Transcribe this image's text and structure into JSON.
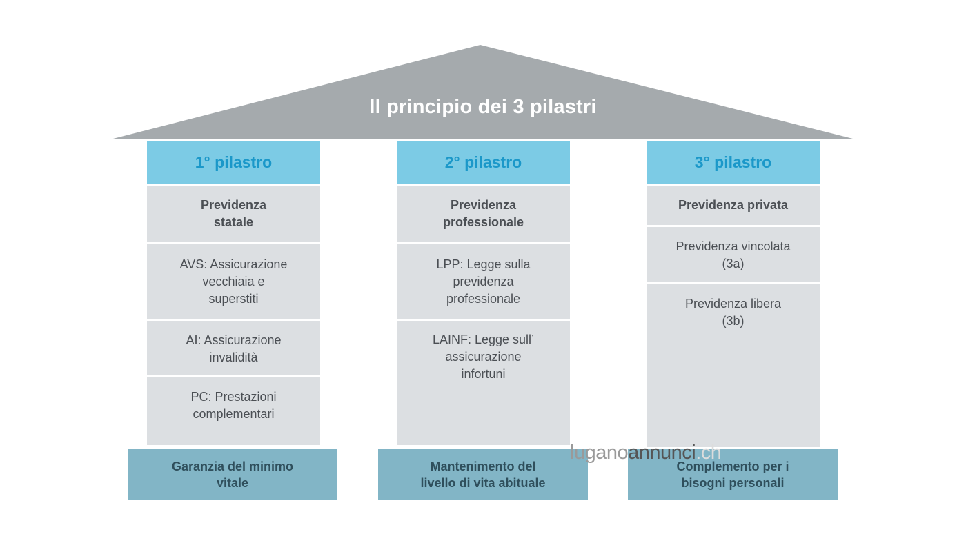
{
  "title": "Il principio dei 3 pilastri",
  "colors": {
    "roof": "#a5aaad",
    "pillar_head": "#7ccbe5",
    "pillar_head_text": "#1b98c9",
    "cell": "#dcdfe2",
    "base": "#82b5c6"
  },
  "pillars": [
    {
      "label": "1° pilastro",
      "subtitle": "Previdenza\nstatale",
      "items": [
        "AVS: Assicurazione\nvecchiaia e\nsuperstiti",
        "AI: Assicurazione\ninvalidità",
        "PC: Prestazioni\ncomplementari"
      ],
      "base": "Garanzia del minimo\nvitale"
    },
    {
      "label": "2° pilastro",
      "subtitle": "Previdenza\nprofessionale",
      "items": [
        "LPP: Legge sulla\nprevidenza\nprofessionale",
        "LAINF: Legge sull’\nassicurazione\ninfortuni"
      ],
      "base": "Mantenimento del\nlivello di vita abituale"
    },
    {
      "label": "3° pilastro",
      "subtitle": "Previdenza privata",
      "items": [
        "Previdenza vincolata\n(3a)",
        "Previdenza libera\n(3b)"
      ],
      "base": "Complemento per i\nbisogni personali"
    }
  ],
  "watermark": {
    "part1": "lugano",
    "part2": "annunci",
    "part3": ".ch"
  }
}
